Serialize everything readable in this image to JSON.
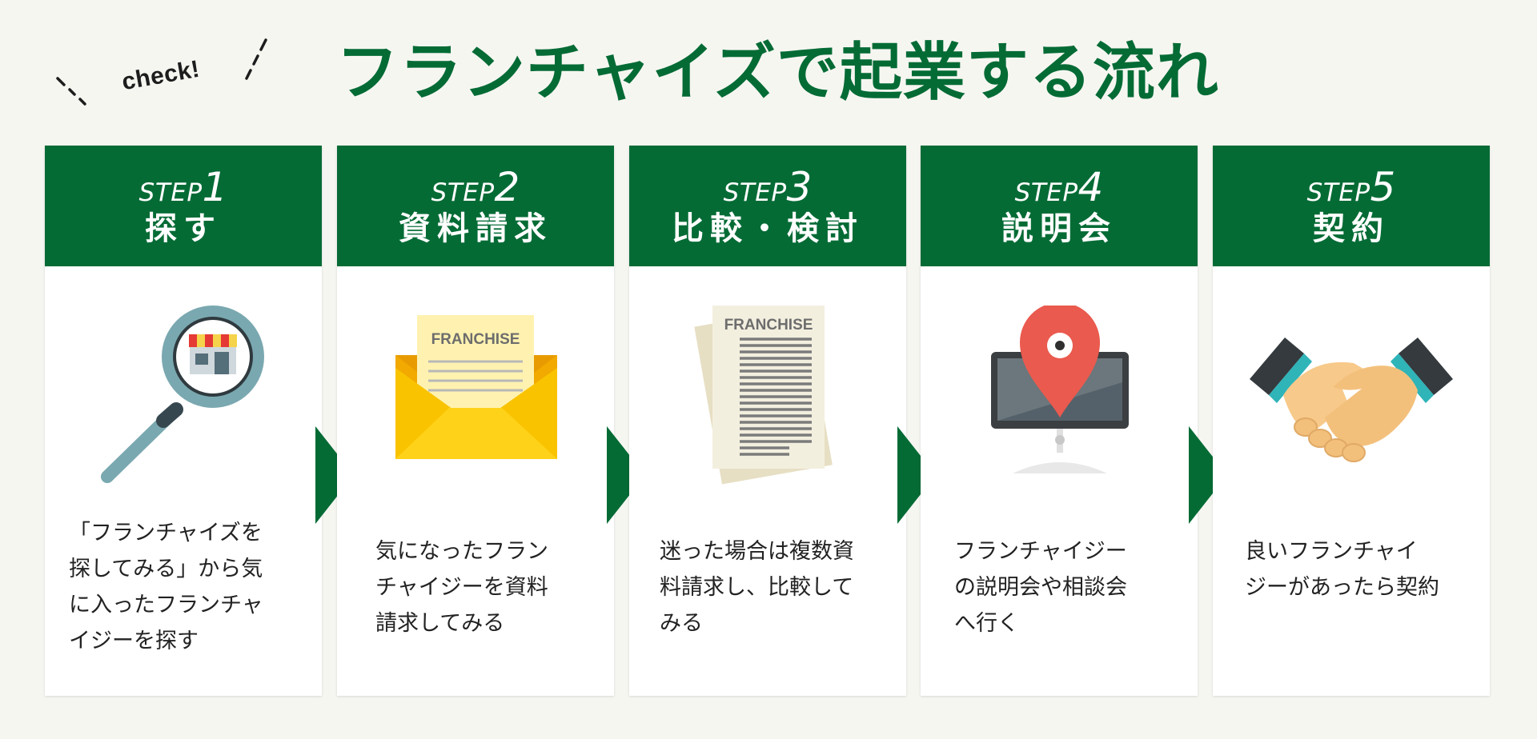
{
  "header": {
    "check_label": "check!",
    "title": "フランチャイズで起業する流れ"
  },
  "colors": {
    "brand_green": "#046b35",
    "background": "#f6f6f1"
  },
  "steps": [
    {
      "step_word": "STEP",
      "step_num": "1",
      "title": "探す",
      "icon": "magnifier-store-icon",
      "description": "「フランチャイズを\n探してみる」から気\nに入ったフランチャ\nイジーを探す"
    },
    {
      "step_word": "STEP",
      "step_num": "2",
      "title": "資料請求",
      "icon": "envelope-document-icon",
      "illus_label": "FRANCHISE",
      "description": "気になったフラン\nチャイジーを資料\n請求してみる"
    },
    {
      "step_word": "STEP",
      "step_num": "3",
      "title": "比較・検討",
      "icon": "documents-stack-icon",
      "illus_label": "FRANCHISE",
      "description": "迷った場合は複数資\n料請求し、比較して\nみる"
    },
    {
      "step_word": "STEP",
      "step_num": "4",
      "title": "説明会",
      "icon": "monitor-location-pin-icon",
      "description": "フランチャイジー\nの説明会や相談会\nへ行く"
    },
    {
      "step_word": "STEP",
      "step_num": "5",
      "title": "契約",
      "icon": "handshake-icon",
      "description": "良いフランチャイ\nジーがあったら契約"
    }
  ]
}
